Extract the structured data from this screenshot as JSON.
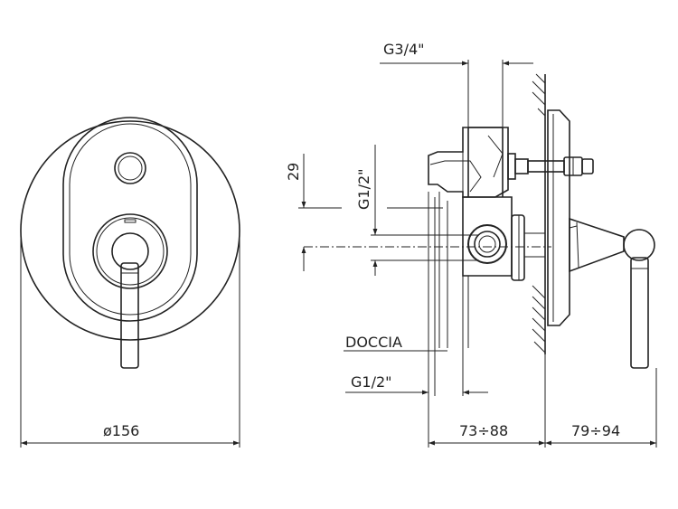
{
  "labels": {
    "g34": "G3/4\"",
    "g12_vertical": "G1/2\"",
    "dim_29": "29",
    "doccia": "DOCCIA",
    "g12_bottom": "G1/2\"",
    "diameter": "ø156",
    "depth_body": "73÷88",
    "depth_handle": "79÷94"
  },
  "icons": {
    "arrow": "dimension-arrow"
  }
}
